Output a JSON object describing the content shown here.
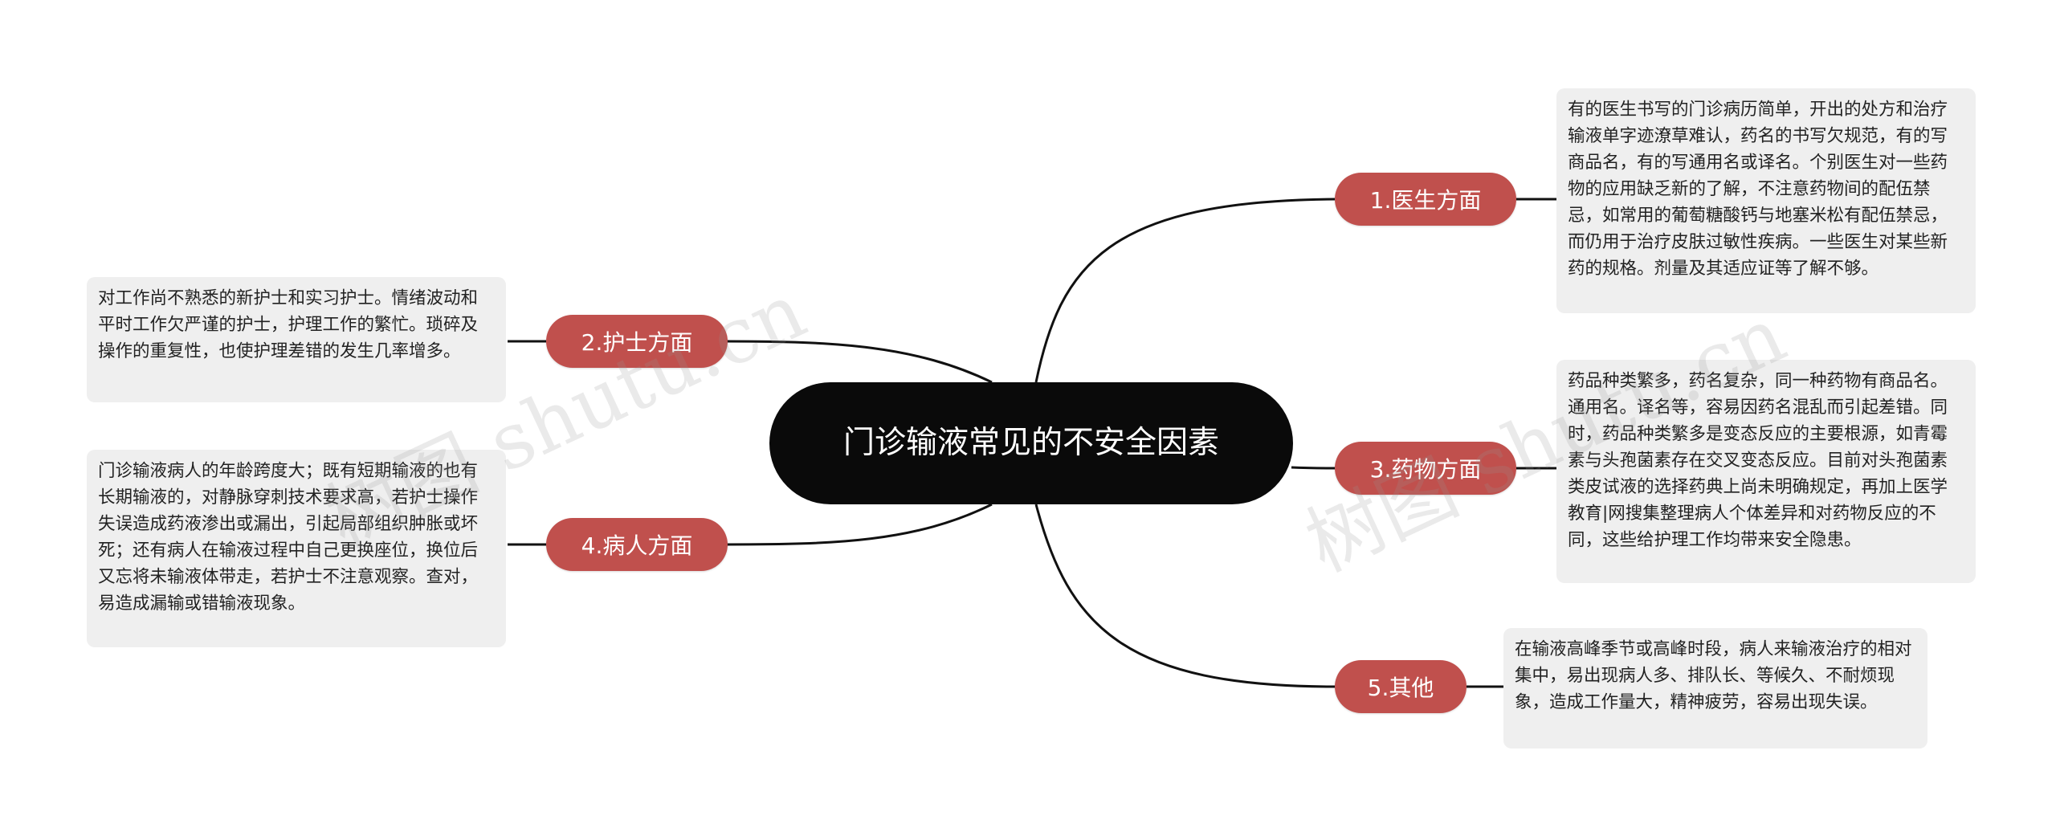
{
  "central": "门诊输液常见的不安全因素",
  "branches": [
    {
      "label": "1.医生方面",
      "detail": "有的医生书写的门诊病历简单，开出的处方和治疗输液单字迹潦草难认，药名的书写欠规范，有的写商品名，有的写通用名或译名。个别医生对一些药物的应用缺乏新的了解，不注意药物间的配伍禁忌，如常用的葡萄糖酸钙与地塞米松有配伍禁忌，而仍用于治疗皮肤过敏性疾病。一些医生对某些新药的规格。剂量及其适应证等了解不够。"
    },
    {
      "label": "2.护士方面",
      "detail": "对工作尚不熟悉的新护士和实习护士。情绪波动和平时工作欠严谨的护士，护理工作的繁忙。琐碎及操作的重复性，也使护理差错的发生几率增多。"
    },
    {
      "label": "3.药物方面",
      "detail": " 药品种类繁多，药名复杂，同一种药物有商品名。通用名。译名等，容易因药名混乱而引起差错。同时，药品种类繁多是变态反应的主要根源，如青霉素与头孢菌素存在交叉变态反应。目前对头孢菌素类皮试液的选择药典上尚未明确规定，再加上医学教育|网搜集整理病人个体差异和对药物反应的不同，这些给护理工作均带来安全隐患。"
    },
    {
      "label": "4.病人方面",
      "detail": "门诊输液病人的年龄跨度大；既有短期输液的也有长期输液的，对静脉穿刺技术要求高，若护士操作失误造成药液渗出或漏出，引起局部组织肿胀或坏死；还有病人在输液过程中自己更换座位，换位后又忘将未输液体带走，若护士不注意观察。查对，易造成漏输或错输液现象。"
    },
    {
      "label": "5.其他",
      "detail": "在输液高峰季节或高峰时段，病人来输液治疗的相对集中，易出现病人多、排队长、等候久、不耐烦现象，造成工作量大，精神疲劳，容易出现失误。"
    }
  ],
  "watermarks": [
    "树图 shutu.cn",
    "树图 shutu.cn"
  ],
  "colors": {
    "central_bg": "#0a0a0a",
    "branch_bg": "#c0504d",
    "leaf_bg": "#efefef",
    "line": "#111111"
  }
}
